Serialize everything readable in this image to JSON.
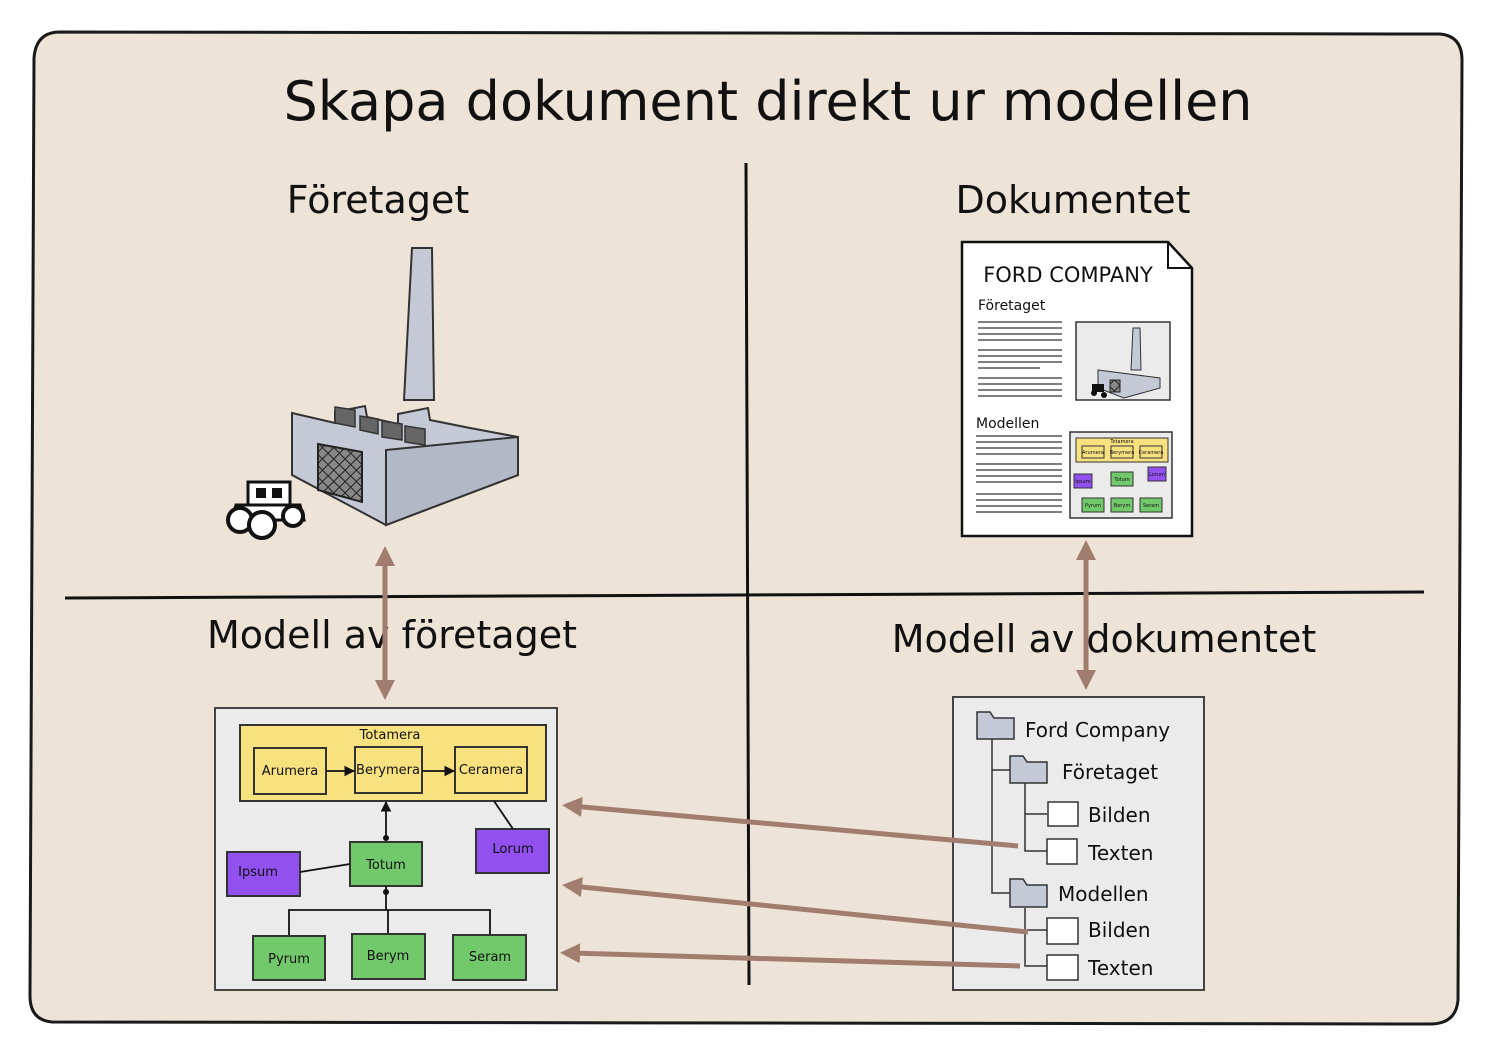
{
  "title": "Skapa dokument direkt ur modellen",
  "quadrants": {
    "top_left": "Företaget",
    "top_right": "Dokumentet",
    "bottom_left": "Modell av företaget",
    "bottom_right": "Modell av dokumentet"
  },
  "document": {
    "heading": "FORD COMPANY",
    "section1": "Företaget",
    "section2": "Modellen",
    "mini_model": {
      "group": "Totamera",
      "items": [
        "Arumera",
        "Berymera",
        "Ceramera"
      ],
      "center": "Totum",
      "left": "Ipsum",
      "right": "Lorum",
      "children": [
        "Pyrum",
        "Berym",
        "Seram"
      ]
    }
  },
  "company_model": {
    "group_label": "Totamera",
    "group_items": [
      "Arumera",
      "Berymera",
      "Ceramera"
    ],
    "center": "Totum",
    "left": "Ipsum",
    "right": "Lorum",
    "children": [
      "Pyrum",
      "Berym",
      "Seram"
    ]
  },
  "doc_tree": {
    "root": "Ford Company",
    "folders": [
      {
        "label": "Företaget",
        "files": [
          "Bilden",
          "Texten"
        ]
      },
      {
        "label": "Modellen",
        "files": [
          "Bilden",
          "Texten"
        ]
      }
    ]
  },
  "colors": {
    "background": "#ede3d6",
    "arrow": "#a17d6f",
    "yellow": "#f8e27f",
    "green": "#72c96b",
    "purple": "#9250ef",
    "panel": "#ebebeb",
    "building": "#c5c9d6"
  }
}
